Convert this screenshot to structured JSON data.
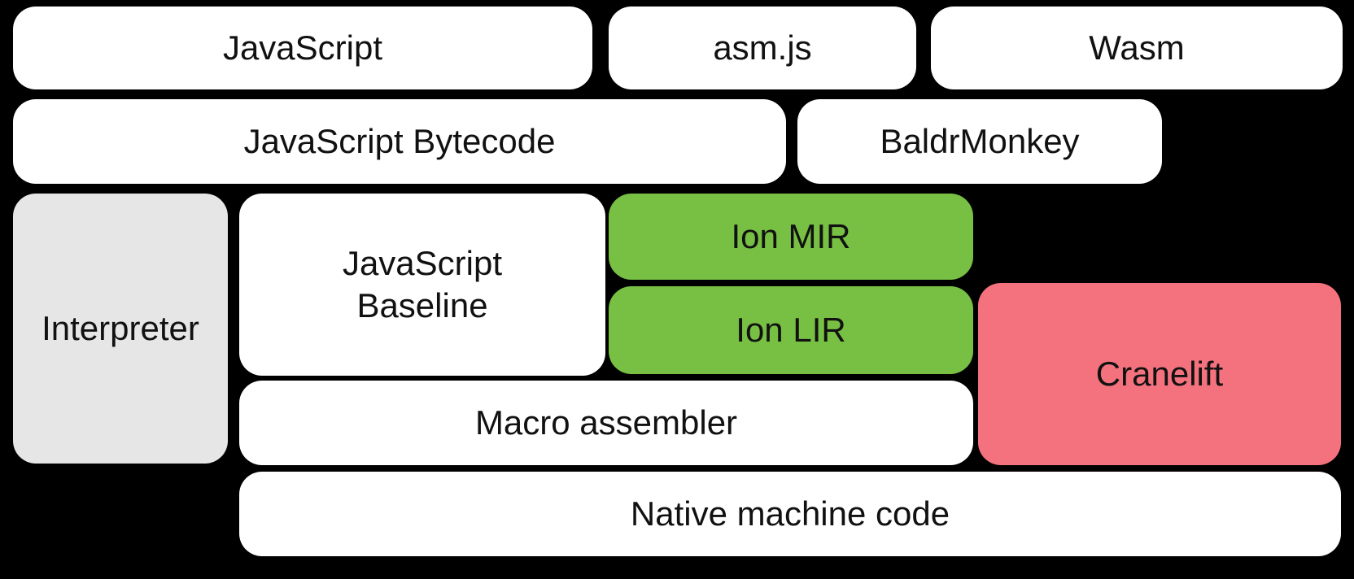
{
  "diagram": {
    "colors": {
      "background": "#000000",
      "white_box": "#ffffff",
      "gray_box": "#e6e6e6",
      "green_box": "#77c043",
      "pink_box": "#f4727e",
      "text": "#111111"
    },
    "boxes": {
      "javascript": {
        "label": "JavaScript"
      },
      "asm_js": {
        "label": "asm.js"
      },
      "wasm": {
        "label": "Wasm"
      },
      "javascript_bytecode": {
        "label": "JavaScript Bytecode"
      },
      "baldrmonkey": {
        "label": "BaldrMonkey"
      },
      "interpreter": {
        "label": "Interpreter"
      },
      "javascript_baseline": {
        "label": "JavaScript Baseline"
      },
      "ion_mir": {
        "label": "Ion MIR"
      },
      "ion_lir": {
        "label": "Ion LIR"
      },
      "cranelift": {
        "label": "Cranelift"
      },
      "macro_assembler": {
        "label": "Macro assembler"
      },
      "native_machine_code": {
        "label": "Native machine code"
      }
    }
  }
}
